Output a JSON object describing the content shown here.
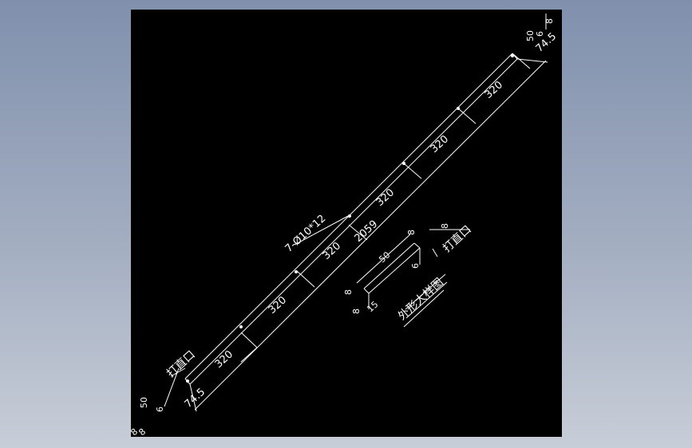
{
  "drawing": {
    "background": "#000000",
    "stroke": "#ffffff",
    "labels": {
      "hole_spec": "7-Ø10*12",
      "total_length": "2059",
      "seg1": "320",
      "seg2": "320",
      "seg3": "320",
      "seg4": "320",
      "seg5": "320",
      "seg6": "320",
      "end_left": "74.5",
      "end_right": "74.5",
      "weld_left": "打直口",
      "weld_right": "打直口",
      "detail_title": "外形大样图",
      "detail_50": "50",
      "detail_8a": "8",
      "detail_8b": "8",
      "detail_8c": "8",
      "detail_8d": "8",
      "detail_6": "6",
      "detail_15": "15",
      "left_50": "50",
      "left_6": "6",
      "left_8a": "8",
      "left_8b": "8",
      "right_50": "50",
      "right_6": "6",
      "right_8": "8"
    }
  }
}
